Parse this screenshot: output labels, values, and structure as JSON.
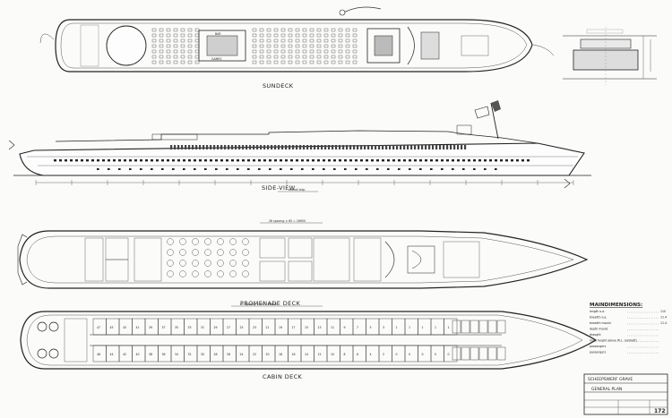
{
  "drawing": {
    "views": {
      "sundeck": "SUNDECK",
      "side_view": "SIDE-VIEW",
      "promenade_deck": "PROMENADE DECK",
      "cabin_deck": "CABIN DECK"
    },
    "main_dimensions": {
      "title": "MAINDIMENSIONS:",
      "rows": [
        {
          "label": "length o.a.",
          "value": "110"
        },
        {
          "label": "breadth o.a.",
          "value": "11.4"
        },
        {
          "label": "breadth mould.",
          "value": "11.4"
        },
        {
          "label": "depth mould.",
          "value": ""
        },
        {
          "label": "draught",
          "value": ""
        },
        {
          "label": "max. height above W.L. (airdraft)",
          "value": ""
        },
        {
          "label": "passengers",
          "value": ""
        },
        {
          "label": "passengers",
          "value": ""
        }
      ]
    },
    "title_block": {
      "yard": "SCHEEPSWERF GRAVE",
      "drawing_title": "GENERAL  PLAN",
      "sheet_no": "172"
    },
    "sundeck_labels": {
      "left": "BAR",
      "right": "GAMES"
    },
    "colors": {
      "ink": "#222222",
      "paper": "#fbfbf9"
    }
  }
}
